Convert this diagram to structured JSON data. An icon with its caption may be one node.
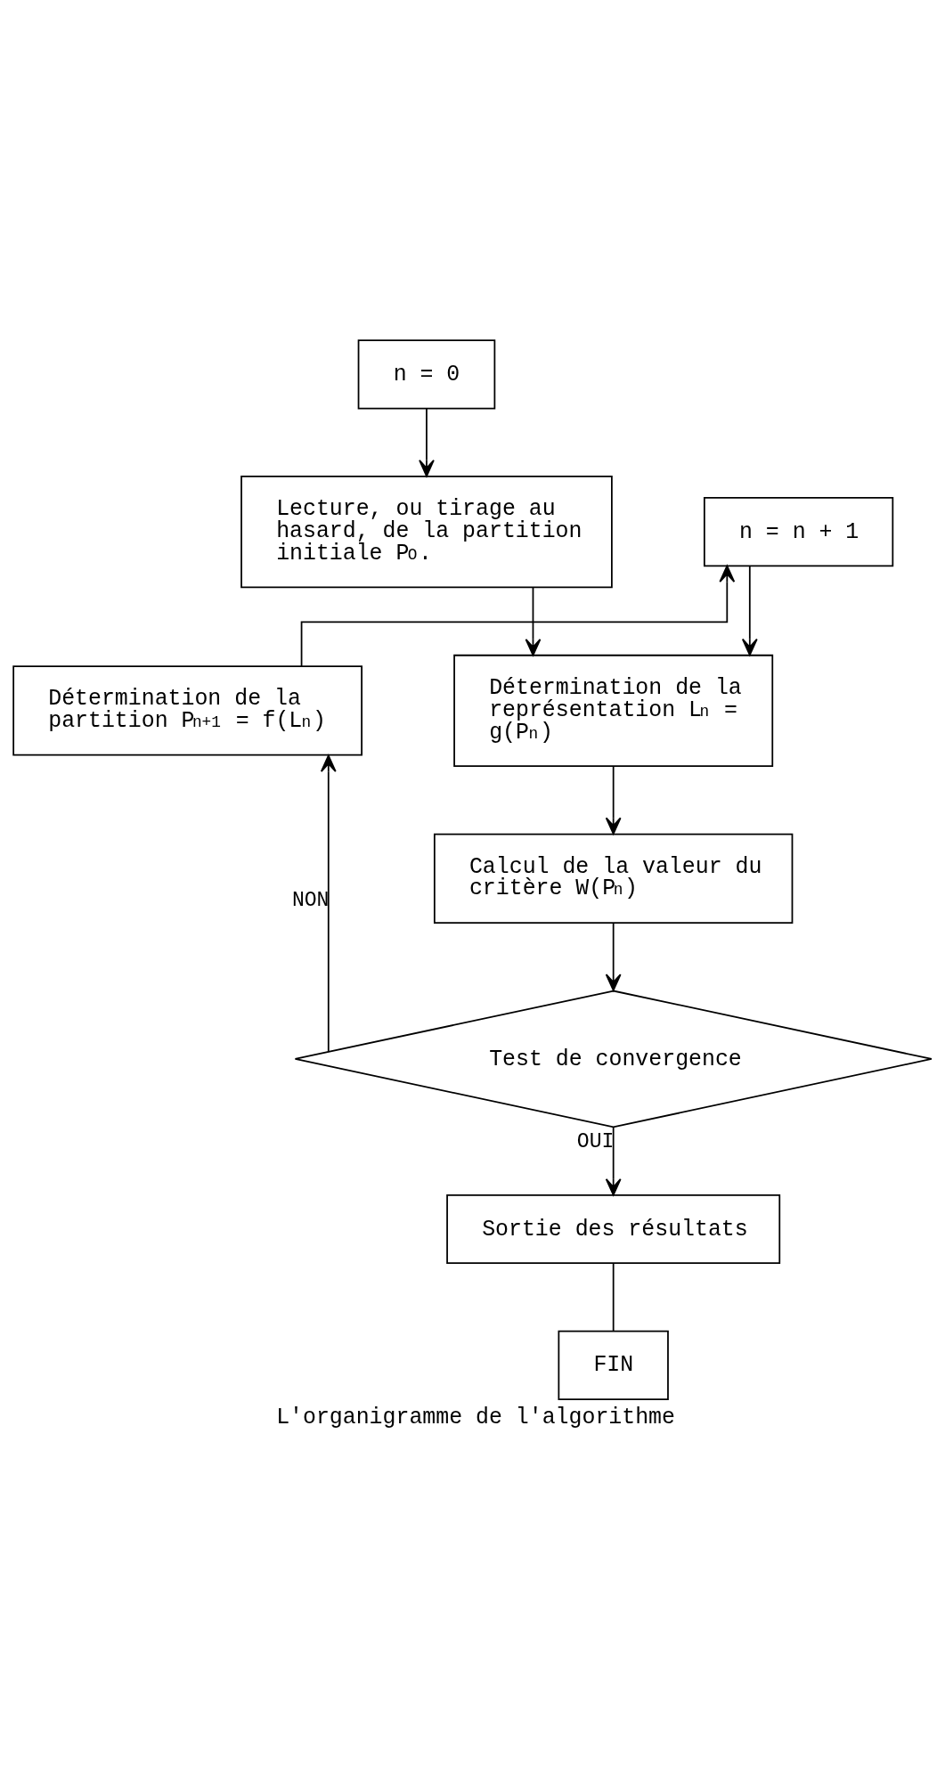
{
  "diagram": {
    "caption": "L'organigramme de l'algorithme",
    "nodes": [
      {
        "text": [
          "n = 0"
        ]
      },
      {
        "text": [
          "Lecture, ou tirage au hasard, de la partition initiale P$^{O}$."
        ]
      },
      {
        "text": [
          "n = n + 1"
        ]
      },
      {
        "text": [
          "Détermination de la partition P$^{n+1}$ = f(L$^{n}$)"
        ]
      },
      {
        "text": [
          "Détermination de la représentation L$^{n}$ = g(P$^{n}$)"
        ]
      },
      {
        "text": [
          "Calcul de la valeur du critère W(P$^{n}$)"
        ]
      },
      {
        "text": [
          "Test de convergence"
        ]
      },
      {
        "text": [
          "Sortie des résultats"
        ]
      },
      {
        "text": [
          "FIN"
        ]
      }
    ],
    "edges": [
      {
        "from": 0,
        "to": 1,
        "arrow": "to"
      },
      {
        "from": 1,
        "to": 4,
        "arrow": "to"
      },
      {
        "from": 2,
        "to": 4,
        "arrow": "to"
      },
      {
        "from": 3,
        "to": 2,
        "arrow": "to"
      },
      {
        "from": 4,
        "to": 5,
        "arrow": "to"
      },
      {
        "from": 5,
        "to": 6,
        "arrow": "to"
      },
      {
        "from": 6,
        "to": 3,
        "arrow": "to",
        "label": "NON"
      },
      {
        "from": 6,
        "to": 7,
        "arrow": "to",
        "label": "OUI"
      },
      {
        "from": 7,
        "to": 8,
        "arrow": "none"
      }
    ]
  }
}
